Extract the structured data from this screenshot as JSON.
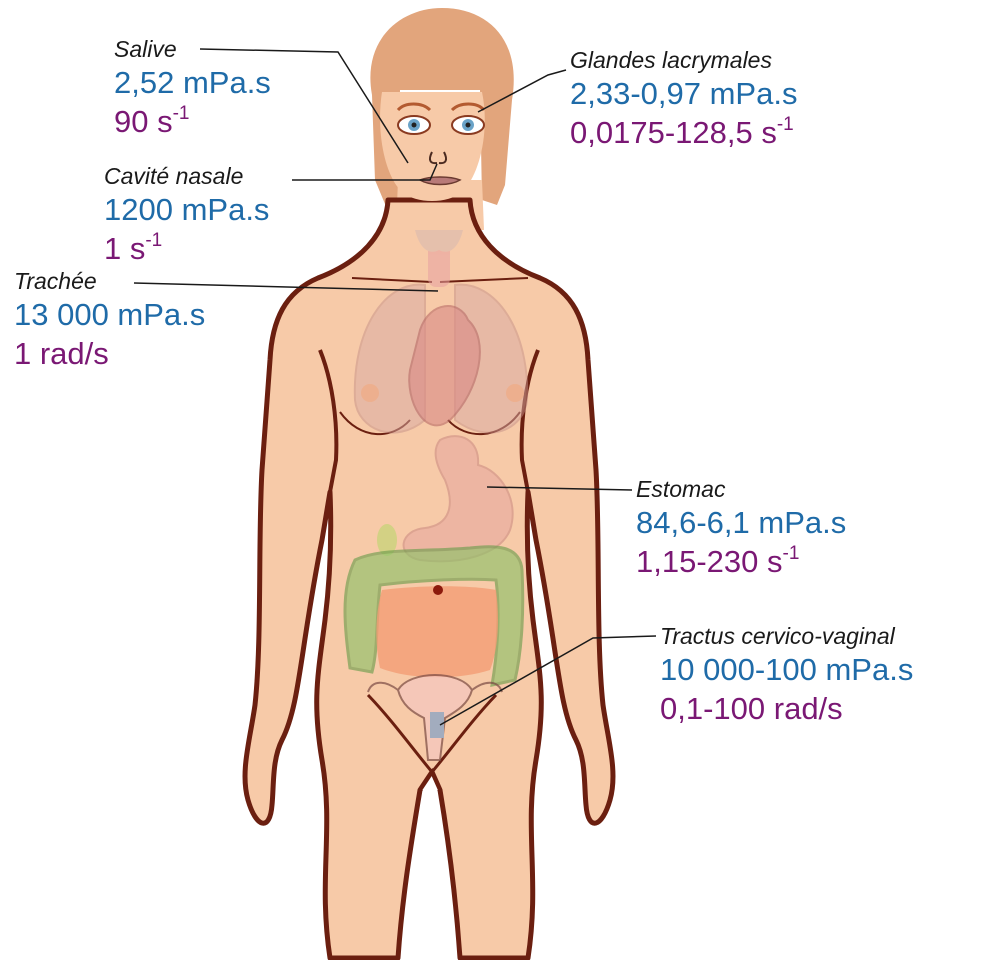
{
  "colors": {
    "viscosity": "#1f6ba8",
    "shear_rate": "#7a1874",
    "organ_name": "#1a1a1a",
    "skin": "#f7c9a6",
    "outline": "#6b1f10",
    "hair": "#e1a47a"
  },
  "annotations": [
    {
      "id": "salive",
      "organ": "Salive",
      "viscosity": "2,52 mPa.s",
      "shear_rate": "90 s",
      "shear_exp": "-1"
    },
    {
      "id": "lacrymal",
      "organ": "Glandes lacrymales",
      "viscosity": "2,33-0,97 mPa.s",
      "shear_rate": "0,0175-128,5 s",
      "shear_exp": "-1"
    },
    {
      "id": "nasal",
      "organ": "Cavité nasale",
      "viscosity": "1200 mPa.s",
      "shear_rate": "1 s",
      "shear_exp": "-1"
    },
    {
      "id": "trachee",
      "organ": "Trachée",
      "viscosity": "13 000 mPa.s",
      "shear_rate": "1 rad/s",
      "shear_exp": ""
    },
    {
      "id": "estomac",
      "organ": "Estomac",
      "viscosity": "84,6-6,1 mPa.s",
      "shear_rate": "1,15-230 s",
      "shear_exp": "-1"
    },
    {
      "id": "vaginal",
      "organ": "Tractus cervico-vaginal",
      "viscosity": "10 000-100 mPa.s",
      "shear_rate": "0,1-100 rad/s",
      "shear_exp": ""
    }
  ]
}
